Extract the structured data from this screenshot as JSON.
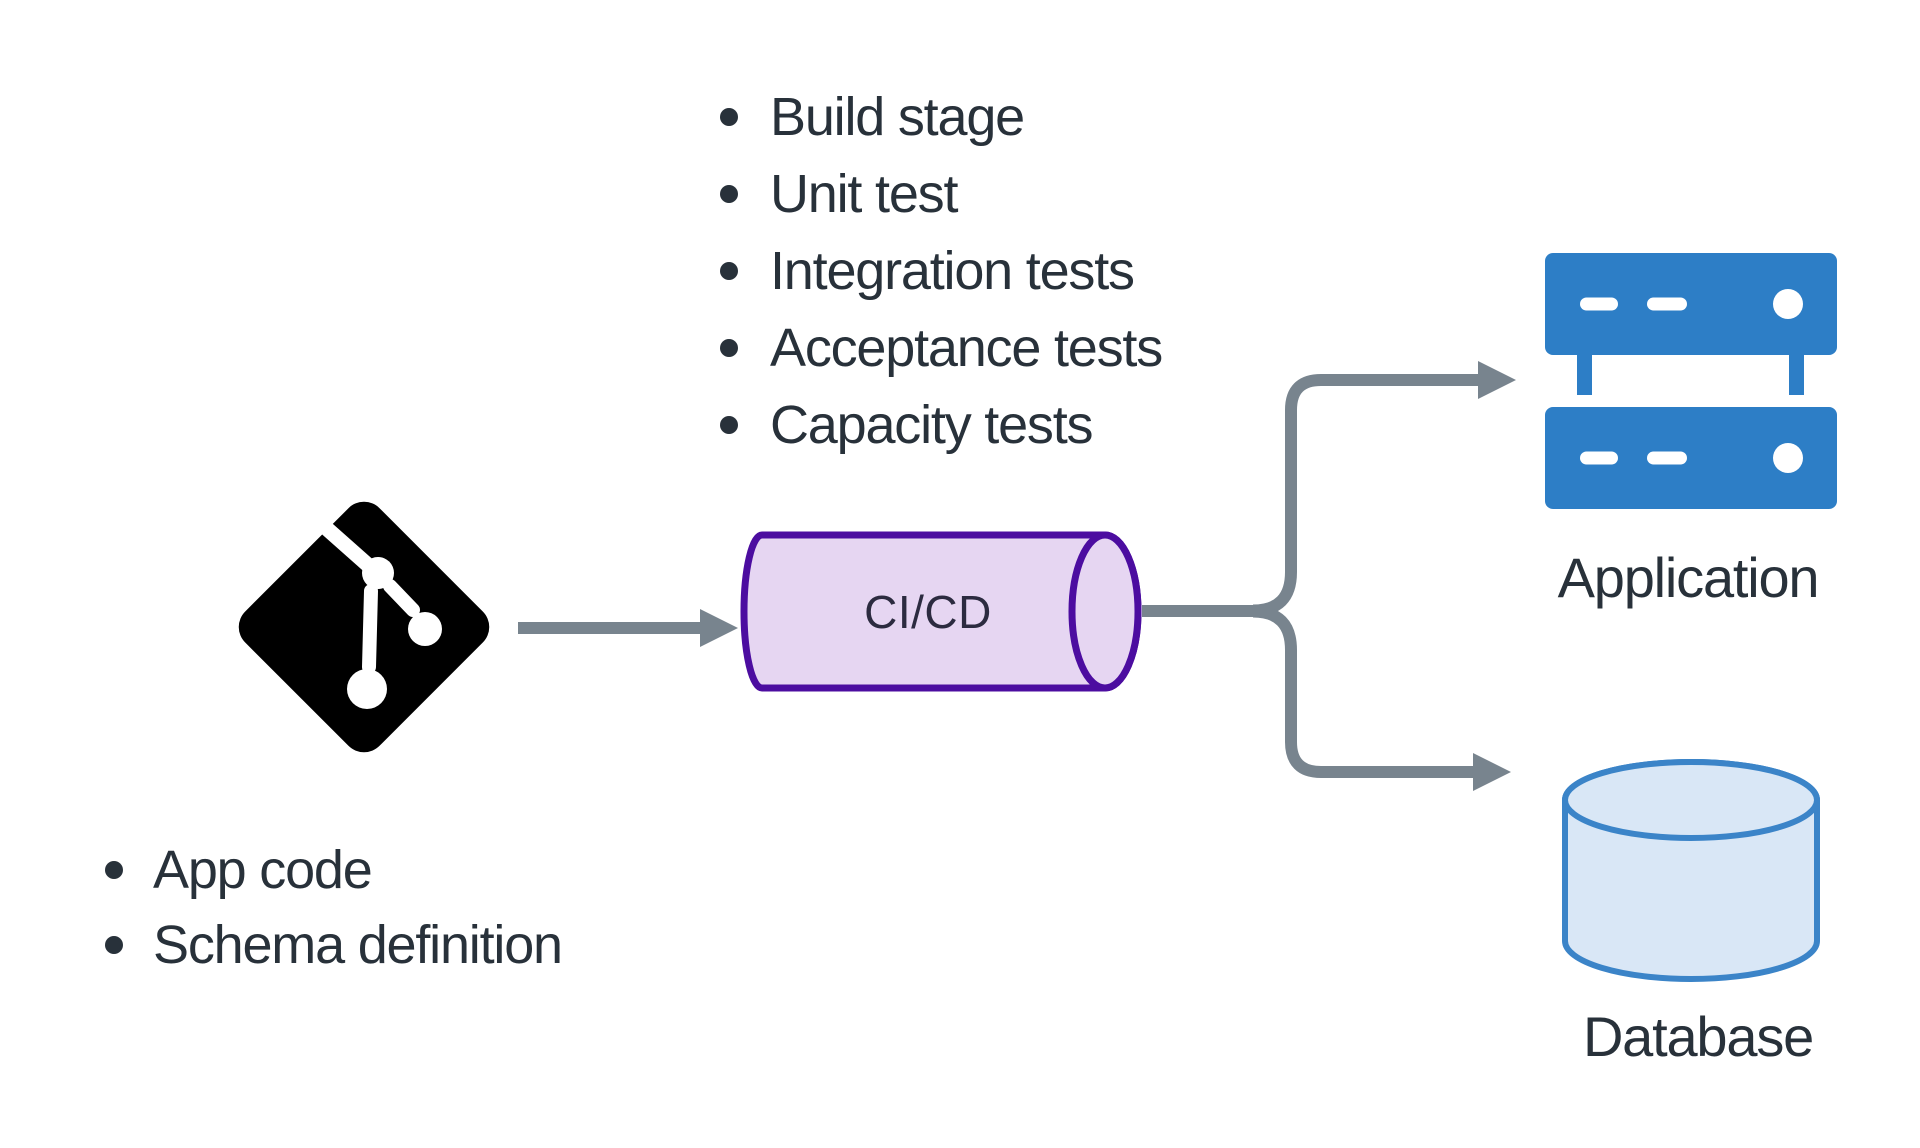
{
  "pipeline_stages": {
    "items": [
      "Build stage",
      "Unit test",
      "Integration tests",
      "Acceptance tests",
      "Capacity tests"
    ]
  },
  "repo_contents": {
    "items": [
      "App code",
      "Schema definition"
    ]
  },
  "cicd": {
    "label": "CI/CD"
  },
  "application": {
    "label": "Application"
  },
  "database": {
    "label": "Database"
  },
  "icons": {
    "source": "git-icon",
    "application": "server-stack-icon",
    "database": "database-cylinder-icon",
    "connectors": "arrow-right-icon"
  },
  "colors": {
    "background": "#ffffff",
    "text_dark": "#28313a",
    "arrow_gray": "#78848e",
    "git_black": "#000000",
    "cicd_fill": "#e6d6f2",
    "cicd_stroke": "#4c0da0",
    "server_blue": "#2d7ec6",
    "database_fill": "#d9e7f6",
    "database_stroke": "#3b84c8"
  }
}
